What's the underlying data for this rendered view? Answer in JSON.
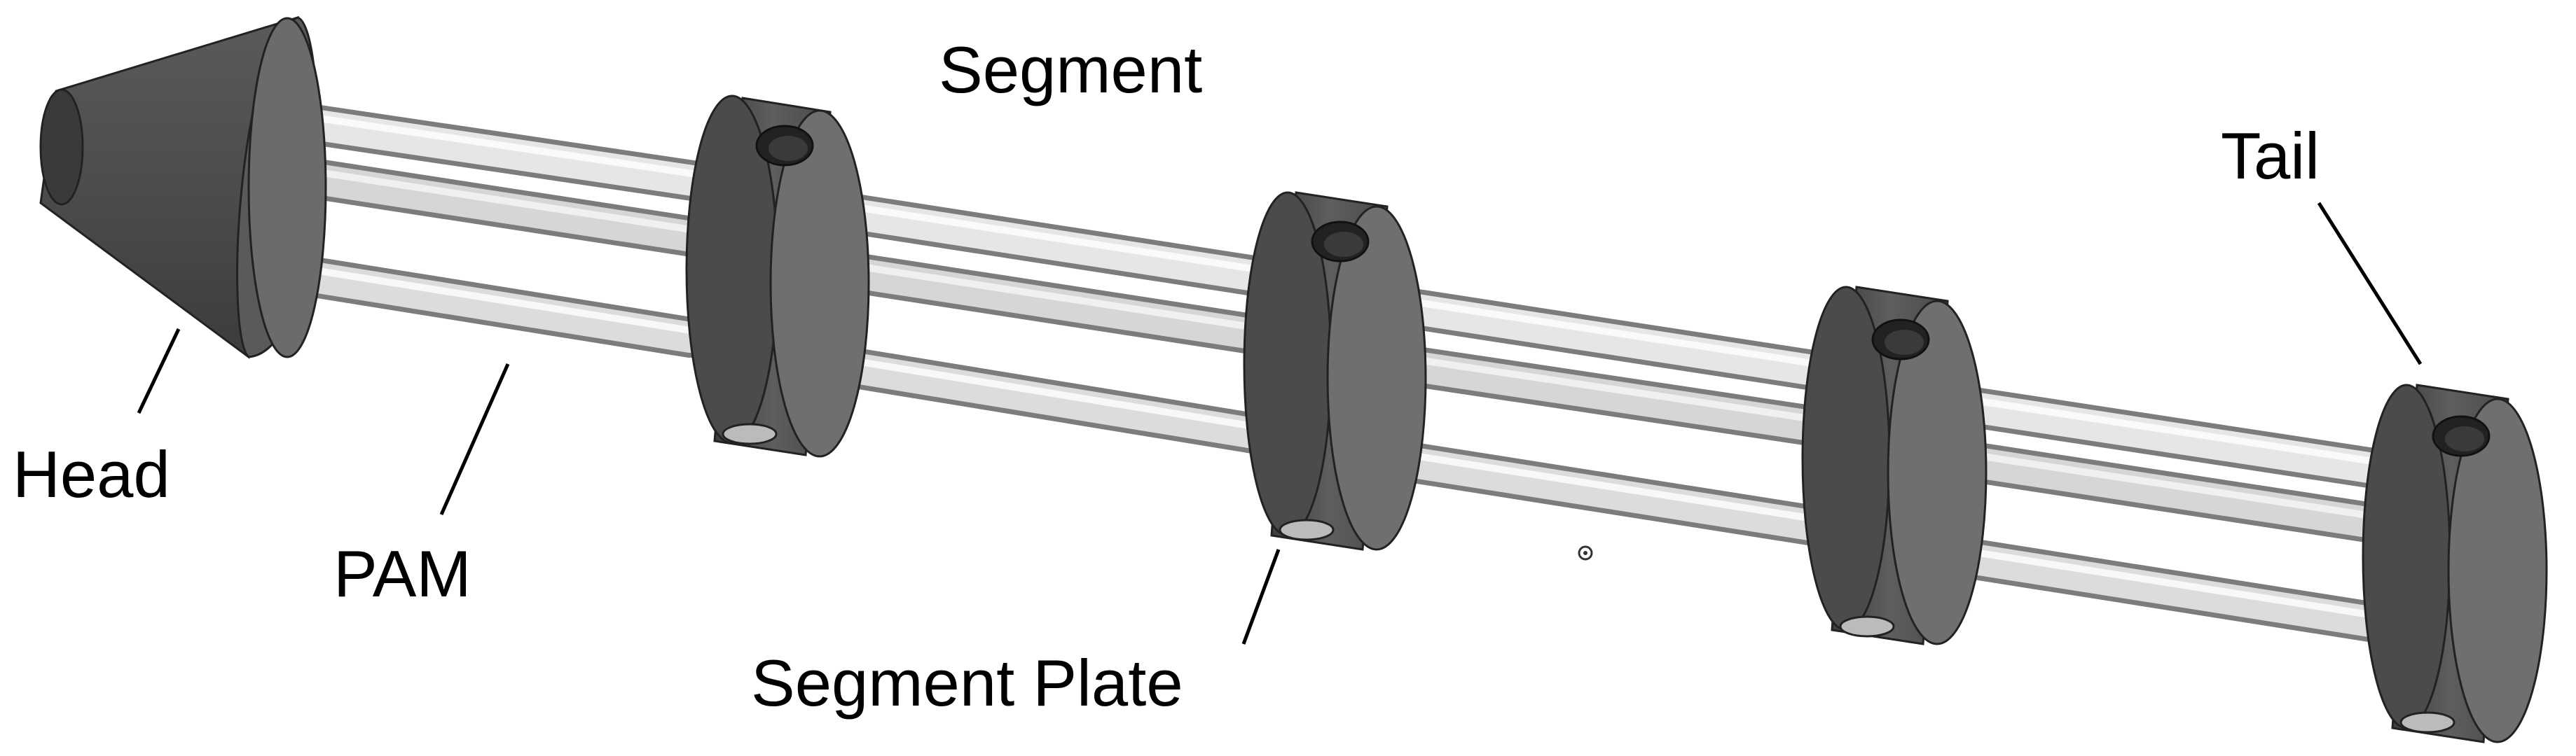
{
  "labels": {
    "head": "Head",
    "pam": "PAM",
    "segment": "Segment",
    "segment_plate": "Segment Plate",
    "tail": "Tail"
  },
  "colors": {
    "background": "#ffffff",
    "body_dark": "#4a4a4a",
    "body_mid": "#5c5c5c",
    "body_face": "#6e6e6e",
    "rod_light": "#d8d8d8",
    "rod_shadow": "#8f8f8f",
    "leader_line": "#000000"
  }
}
